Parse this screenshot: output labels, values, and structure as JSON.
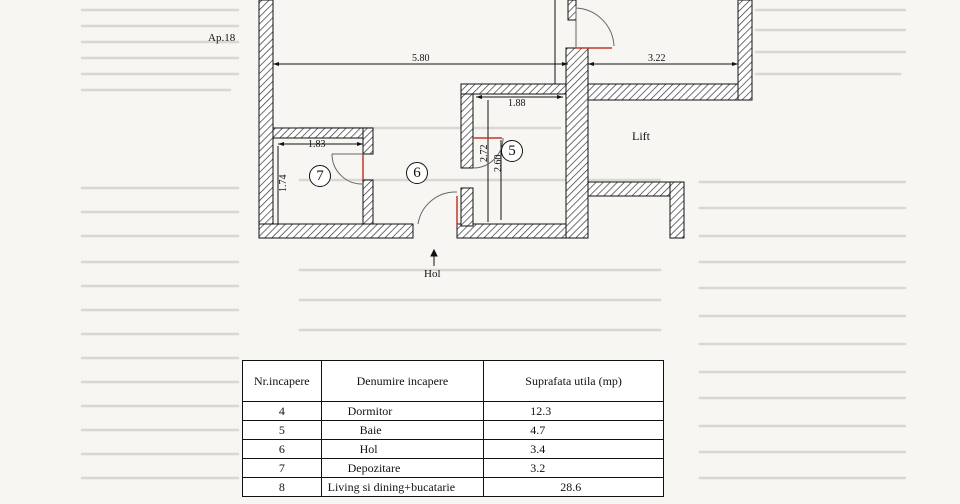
{
  "plan": {
    "apartment_label": "Ap.18",
    "lift_label": "Lift",
    "hol_label": "Hol",
    "dimensions": {
      "d_5_80": "5.80",
      "d_3_22": "3.22",
      "d_1_83": "1.83",
      "d_1_74": "1.74",
      "d_1_88": "1.88",
      "d_2_72": "2.72",
      "d_2_60": "2.60"
    },
    "rooms": {
      "r5": "5",
      "r6": "6",
      "r7": "7"
    }
  },
  "table": {
    "headers": [
      "Nr.incapere",
      "Denumire incapere",
      "Suprafata utila (mp)"
    ],
    "rows": [
      {
        "nr": "4",
        "name": "Dormitor",
        "area": "12.3"
      },
      {
        "nr": "5",
        "name": "Baie",
        "area": "4.7"
      },
      {
        "nr": "6",
        "name": "Hol",
        "area": "3.4"
      },
      {
        "nr": "7",
        "name": "Depozitare",
        "area": "3.2"
      },
      {
        "nr": "8",
        "name": "Living si dining+bucatarie",
        "area": "28.6"
      }
    ]
  },
  "colors": {
    "wall": "#2a2a2a",
    "door": "#c0392b",
    "paper": "#f7f6f3"
  }
}
